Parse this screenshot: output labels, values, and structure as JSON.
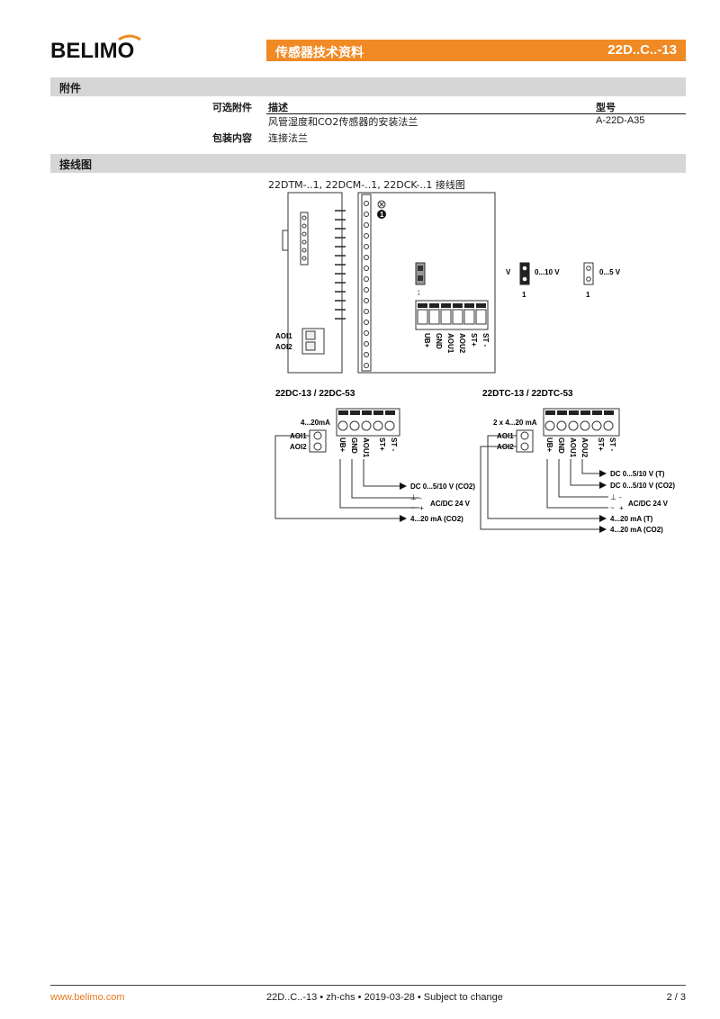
{
  "brand": {
    "logo_text": "BELIMO"
  },
  "header": {
    "title": "传感器技术资料",
    "code": "22D..C..-13"
  },
  "accessories": {
    "section_title": "附件",
    "optional_label": "可选附件",
    "col_description": "描述",
    "col_type": "型号",
    "optional_items": [
      {
        "description": "风管湿度和CO2传感器的安装法兰",
        "type": "A-22D-A35"
      }
    ],
    "delivery_label": "包装内容",
    "delivery_value": "连接法兰"
  },
  "wiring": {
    "section_title": "接线图",
    "device_caption": "22DTM-..1, 22DCM-..1, 22DCK-..1 接线图",
    "aoi1": "AOI1",
    "aoi2": "AOI2",
    "marker": "1",
    "terminals": [
      "UB+",
      "GND",
      "AOU1",
      "AOU2",
      "ST+",
      "ST -"
    ],
    "jumper_v_label": "V",
    "jumper_10v": "0...10 V",
    "jumper_5v": "0...5 V",
    "jumper_num": "1",
    "left_diagram": {
      "title": "22DC-13 / 22DC-53",
      "current_label": "4...20mA",
      "terminals": [
        "UB+",
        "GND",
        "AOU1",
        "ST+",
        "ST -"
      ],
      "outputs": [
        "DC 0...5/10 V (CO2)",
        "AC/DC 24 V",
        "4...20 mA (CO2)"
      ]
    },
    "right_diagram": {
      "title": "22DTC-13 / 22DTC-53",
      "current_label": "2 x 4...20 mA",
      "terminals": [
        "UB+",
        "GND",
        "AOU1",
        "AOU2",
        "ST+",
        "ST -"
      ],
      "outputs": [
        "DC 0...5/10 V (T)",
        "DC 0...5/10 V (CO2)",
        "AC/DC 24 V",
        "4...20 mA (T)",
        "4...20 mA (CO2)"
      ]
    },
    "ground_symbol": "⊥",
    "tilde": "~",
    "minus": "-",
    "plus": "+"
  },
  "footer": {
    "website": "www.belimo.com",
    "center": "22D..C..-13 • zh-chs • 2019-03-28 • Subject to change",
    "page": "2 / 3"
  },
  "colors": {
    "accent": "#f08a24",
    "section": "#d6d6d6",
    "link": "#e6781e"
  }
}
